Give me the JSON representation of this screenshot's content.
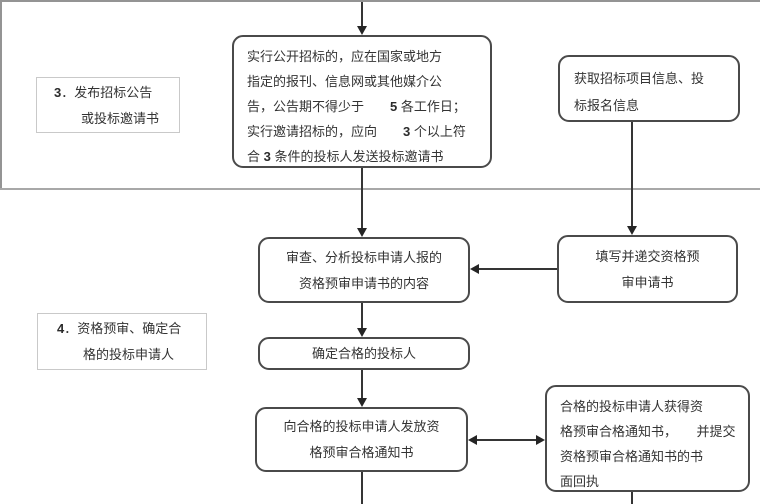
{
  "diagram": {
    "kind": "flowchart",
    "language": "zh-CN",
    "topic": "招标投标流程（发布招标公告与资格预审）"
  },
  "colors": {
    "box_border": "#4a4a4a",
    "label_border": "#c9c9c9",
    "connector": "#353535",
    "frame_line": "#949494",
    "divider": "#a8a8a8",
    "text": "#333333",
    "background": "#ffffff"
  },
  "step_labels": {
    "step3": {
      "line1": "3．发布招标公告",
      "line2": "或投标邀请书"
    },
    "step4": {
      "line1": "4．资格预审、确定合",
      "line2": "格的投标申请人"
    }
  },
  "boxes": {
    "publish_notice": {
      "lines": [
        "实行公开招标的，应在国家或地方",
        "指定的报刊、信息网或其他媒介公",
        "告，公告期不得少于　　5 各工作日；",
        "实行邀请招标的，应向　　3 个以上符",
        "合 3 条件的投标人发送投标邀请书"
      ]
    },
    "obtain_info": {
      "lines": [
        "获取招标项目信息、投",
        "标报名信息"
      ]
    },
    "review_application": {
      "lines": [
        "审查、分析投标申请人报的",
        "资格预审申请书的内容"
      ]
    },
    "fill_submit": {
      "lines": [
        "填写并递交资格预",
        "审申请书"
      ]
    },
    "determine_qualified": {
      "lines": [
        "确定合格的投标人"
      ]
    },
    "issue_notice": {
      "lines": [
        "向合格的投标申请人发放资",
        "格预审合格通知书"
      ]
    },
    "receive_notice": {
      "lines": [
        "合格的投标申请人获得资",
        "格预审合格通知书，　　并提交",
        "资格预审合格通知书的书",
        "面回执"
      ]
    }
  }
}
